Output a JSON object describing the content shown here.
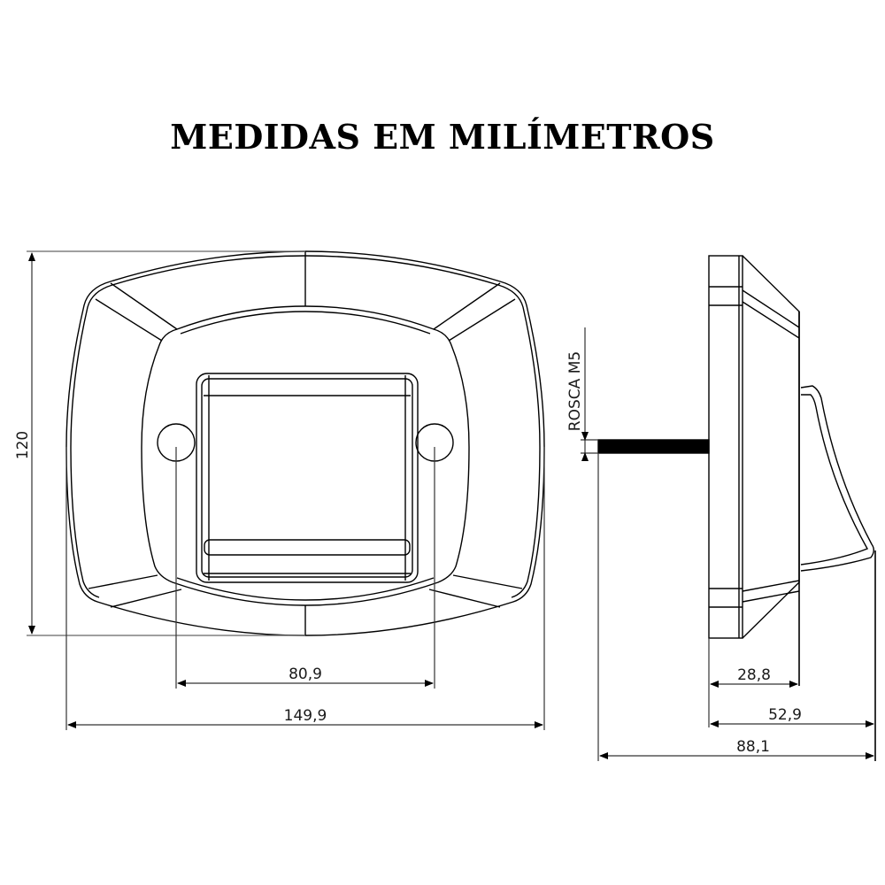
{
  "title": "MEDIDAS EM MILÍMETROS",
  "front_view": {
    "height_label": "120",
    "hole_spacing_label": "80,9",
    "width_label": "149,9"
  },
  "side_view": {
    "thread_label": "ROSCA M5",
    "depth_body_label": "28,8",
    "depth_total_label": "52,9",
    "depth_with_screw_label": "88,1"
  },
  "colors": {
    "line": "#000000",
    "dimension_line": "#333333",
    "background": "#ffffff"
  }
}
